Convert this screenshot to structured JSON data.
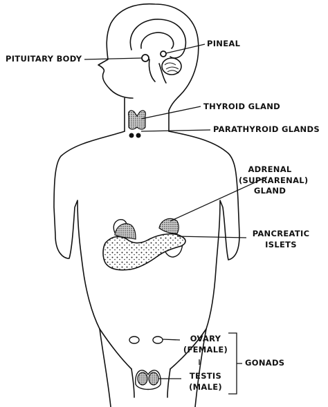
{
  "labels": {
    "pituitary": "PITUITARY BODY",
    "pineal": "PINEAL",
    "thyroid": "THYROID GLAND",
    "parathyroid": "PARATHYROID GLANDS",
    "adrenal_1": "ADRENAL",
    "adrenal_2": "(SUPRARENAL)",
    "adrenal_3": "GLAND",
    "pancreatic_1": "PANCREATIC",
    "pancreatic_2": "ISLETS",
    "ovary_1": "OVARY",
    "ovary_2": "(FEMALE)",
    "testis_1": "TESTIS",
    "testis_2": "(MALE)",
    "gonads": "GONADS"
  }
}
